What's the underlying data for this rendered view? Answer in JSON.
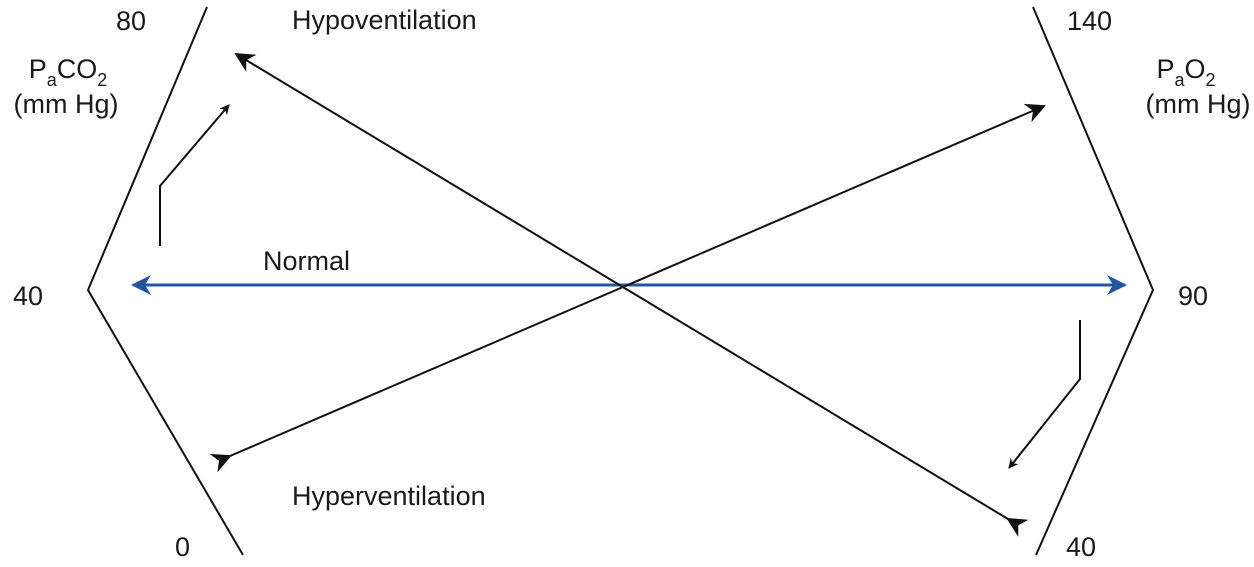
{
  "left_axis": {
    "variable": "P",
    "subscript": "a",
    "gas": "CO",
    "gas_subscript": "2",
    "unit": "(mm Hg)",
    "ticks": {
      "top": "80",
      "middle": "40",
      "bottom": "0"
    }
  },
  "right_axis": {
    "variable": "P",
    "subscript": "a",
    "gas": "O",
    "gas_subscript": "2",
    "unit": "(mm Hg)",
    "ticks": {
      "top": "140",
      "middle": "90",
      "bottom": "40"
    }
  },
  "labels": {
    "hypoventilation": "Hypoventilation",
    "normal": "Normal",
    "hyperventilation": "Hyperventilation"
  },
  "colors": {
    "normal_line": "#2456a0",
    "lines": "#111111"
  }
}
